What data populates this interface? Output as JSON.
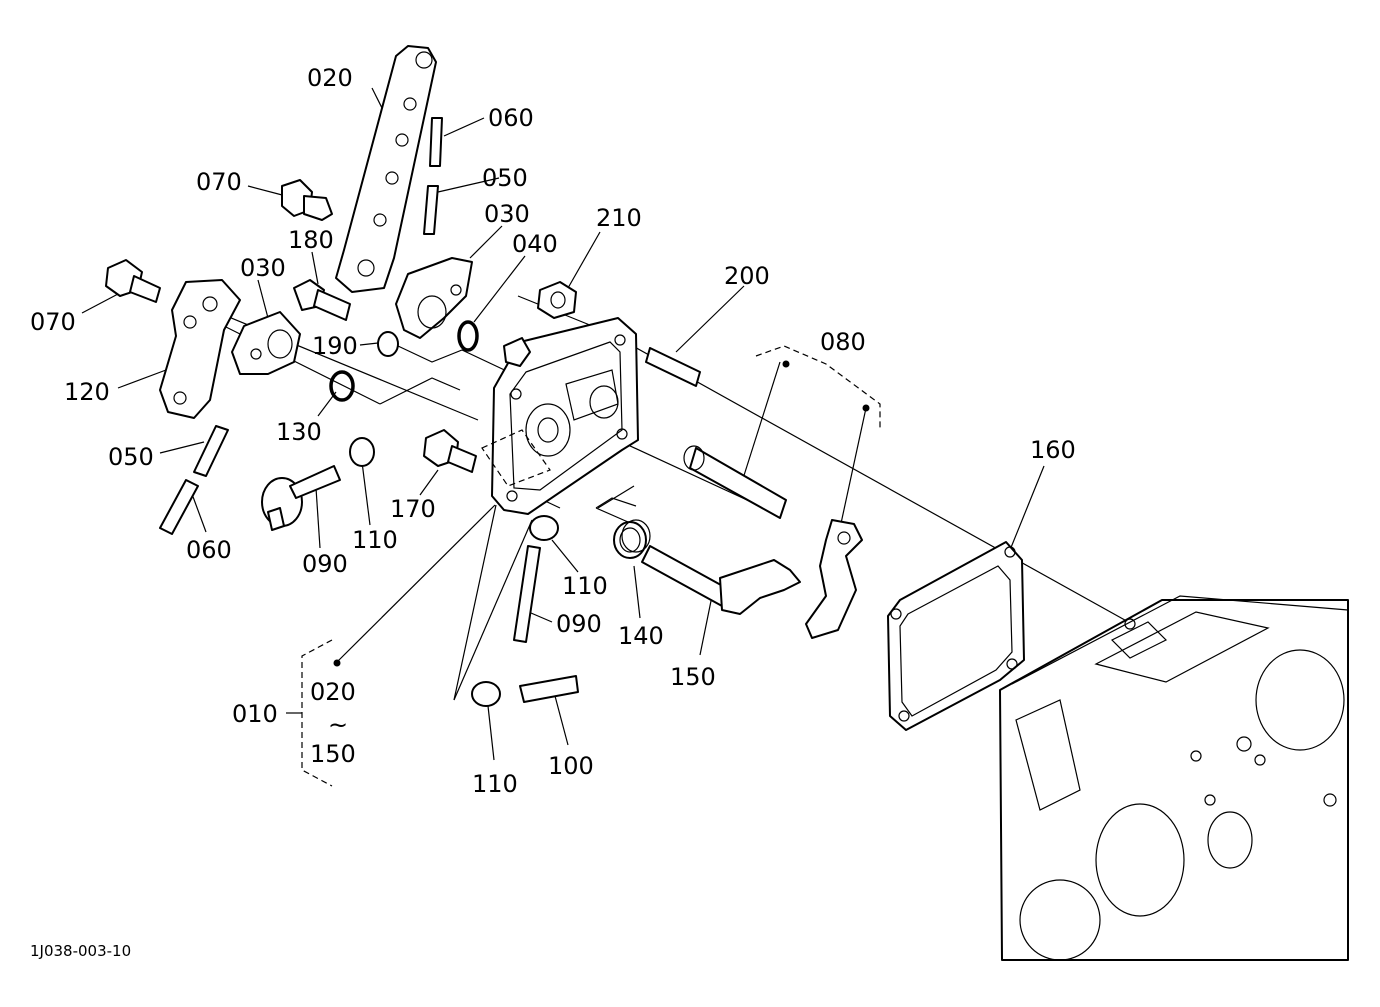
{
  "diagram": {
    "code": "1J038-003-10",
    "labels": {
      "l020_top": "020",
      "l060_top": "060",
      "l050_top": "050",
      "l070_top": "070",
      "l030_top": "030",
      "l210": "210",
      "l180": "180",
      "l040": "040",
      "l030_left": "030",
      "l200": "200",
      "l070_left": "070",
      "l190": "190",
      "l080": "080",
      "l120": "120",
      "l130": "130",
      "l160": "160",
      "l050_left": "050",
      "l170": "170",
      "l110_left": "110",
      "l090_left": "090",
      "l060_left": "060",
      "l110_mid": "110",
      "l090_mid": "090",
      "l140": "140",
      "l150": "150",
      "l010": "010",
      "l020_group": "020",
      "l_tilde": "~",
      "l150_group": "150",
      "l110_bottom": "110",
      "l100": "100"
    }
  }
}
